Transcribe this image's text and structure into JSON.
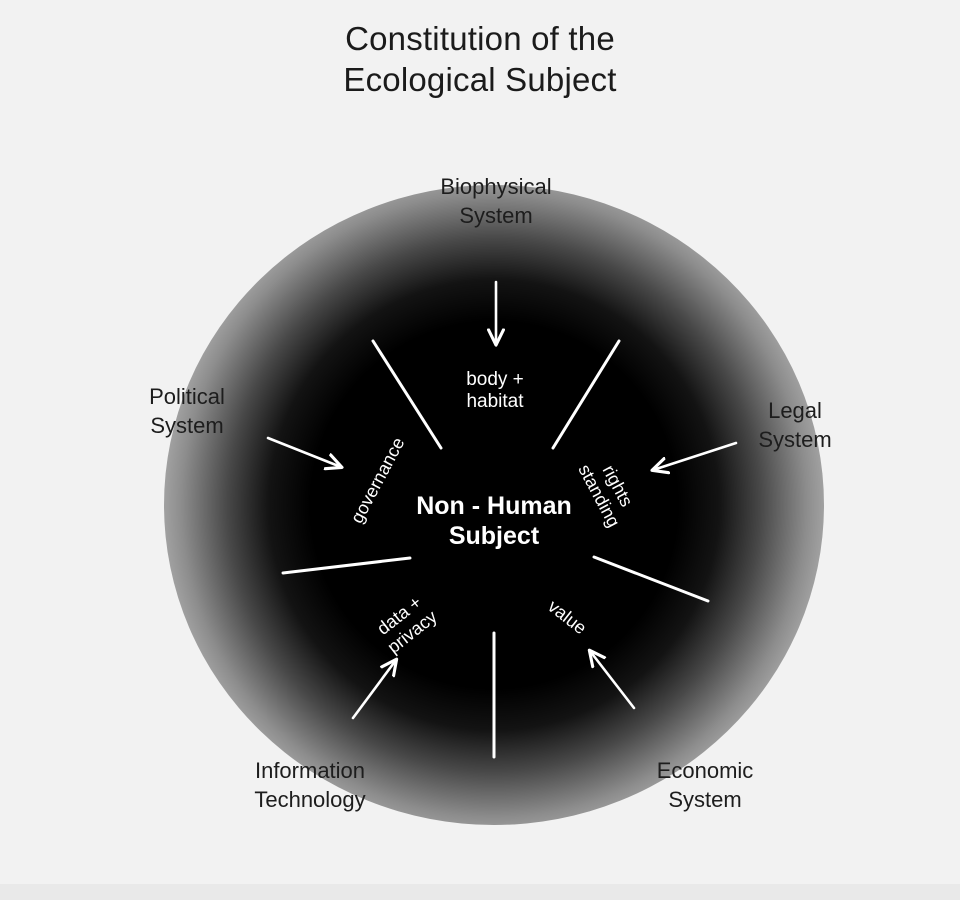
{
  "title": "Constitution of the\nEcological Subject",
  "center": {
    "label": "Non - Human\nSubject"
  },
  "colors": {
    "background": "#f2f2f2",
    "orb": "#000000",
    "inner_text": "#ffffff",
    "outer_text": "#1d1d1d",
    "line": "#ffffff"
  },
  "inner_labels": [
    {
      "id": "body-habitat",
      "text": "body +\nhabitat",
      "position": "top"
    },
    {
      "id": "governance",
      "text": "governance",
      "position": "upper-left"
    },
    {
      "id": "rights-standing",
      "text": "rights\nstanding",
      "position": "upper-right"
    },
    {
      "id": "data-privacy",
      "text": "data +\nprivacy",
      "position": "lower-left"
    },
    {
      "id": "value",
      "text": "value",
      "position": "lower-right"
    }
  ],
  "outer_labels": [
    {
      "id": "biophysical",
      "text": "Biophysical\nSystem",
      "position": "top"
    },
    {
      "id": "political",
      "text": "Political\nSystem",
      "position": "left"
    },
    {
      "id": "legal",
      "text": "Legal\nSystem",
      "position": "right"
    },
    {
      "id": "information",
      "text": "Information\nTechnology",
      "position": "bottom-left"
    },
    {
      "id": "economic",
      "text": "Economic\nSystem",
      "position": "bottom-right"
    }
  ],
  "connections": [
    {
      "from": "Biophysical System",
      "to": "body + habitat",
      "arrow": "down"
    },
    {
      "from": "Political System",
      "to": "governance",
      "arrow": "right-down"
    },
    {
      "from": "Legal System",
      "to": "rights standing",
      "arrow": "left-down"
    },
    {
      "from": "Information Technology",
      "to": "data + privacy",
      "arrow": "up-right"
    },
    {
      "from": "Economic System",
      "to": "value",
      "arrow": "up-left"
    }
  ],
  "sector_dividers": 5
}
